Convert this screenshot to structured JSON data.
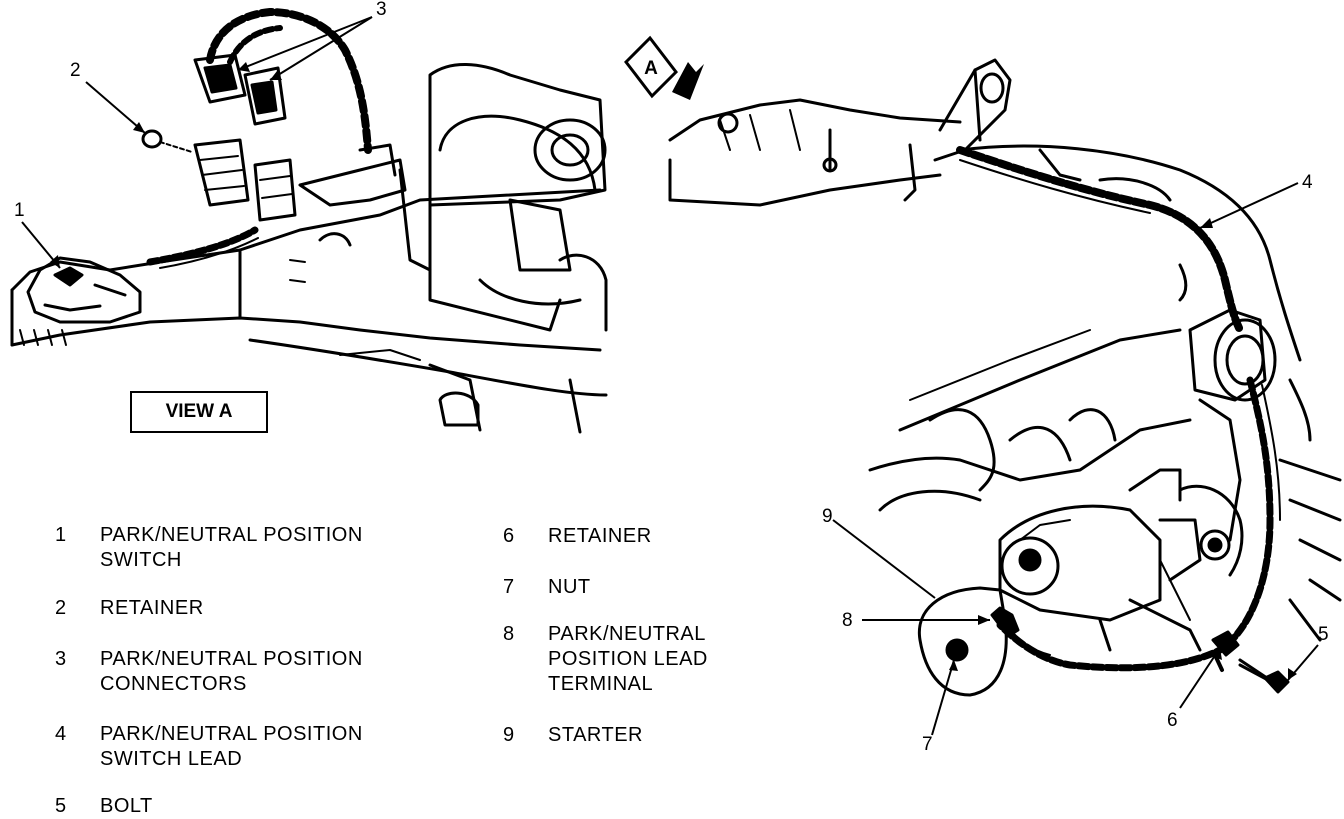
{
  "view_label": "VIEW A",
  "view_marker": "A",
  "callouts": [
    "1",
    "2",
    "3",
    "4",
    "5",
    "6",
    "7",
    "8",
    "9"
  ],
  "legend": [
    {
      "num": "1",
      "text": "PARK/NEUTRAL POSITION\nSWITCH"
    },
    {
      "num": "2",
      "text": "RETAINER"
    },
    {
      "num": "3",
      "text": "PARK/NEUTRAL POSITION\nCONNECTORS"
    },
    {
      "num": "4",
      "text": "PARK/NEUTRAL POSITION\nSWITCH LEAD"
    },
    {
      "num": "5",
      "text": "BOLT"
    },
    {
      "num": "6",
      "text": "RETAINER"
    },
    {
      "num": "7",
      "text": "NUT"
    },
    {
      "num": "8",
      "text": "PARK/NEUTRAL\nPOSITION LEAD\nTERMINAL"
    },
    {
      "num": "9",
      "text": "STARTER"
    }
  ]
}
